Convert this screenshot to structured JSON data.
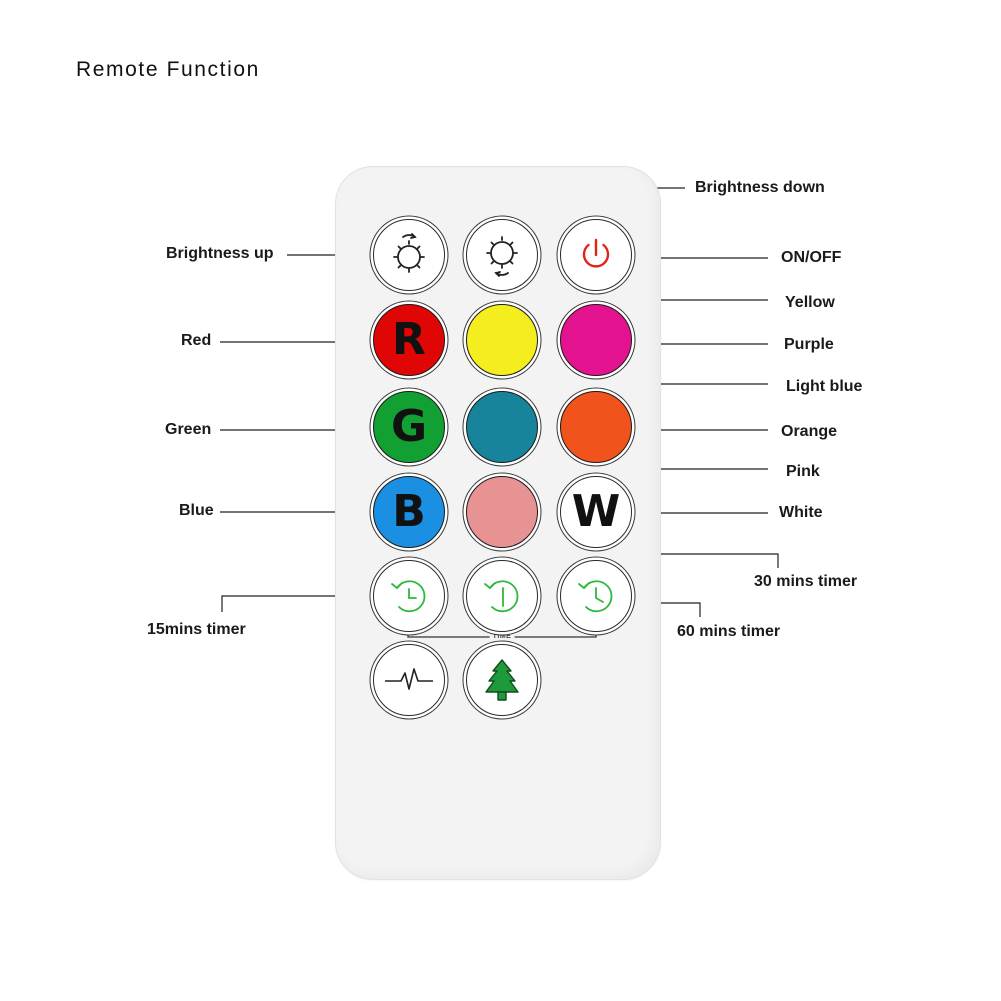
{
  "title": "Remote Function",
  "time_caption": "TIME",
  "buttons": [
    {
      "id": "brightness-up",
      "label": "Brightness up",
      "icon": "brightness-up-icon",
      "color": "#ffffff"
    },
    {
      "id": "brightness-down",
      "label": "Brightness down",
      "icon": "brightness-down-icon",
      "color": "#ffffff"
    },
    {
      "id": "on-off",
      "label": "ON/OFF",
      "icon": "power-icon",
      "color": "#ffffff",
      "icon_color": "#e2231a"
    },
    {
      "id": "red",
      "label": "Red",
      "letter": "R",
      "color": "#e00606"
    },
    {
      "id": "yellow",
      "label": "Yellow",
      "color": "#f5ee1f"
    },
    {
      "id": "purple",
      "label": "Purple",
      "color": "#e3138f"
    },
    {
      "id": "green",
      "label": "Green",
      "letter": "G",
      "color": "#12a032"
    },
    {
      "id": "light-blue",
      "label": "Light blue",
      "color": "#17849b"
    },
    {
      "id": "orange",
      "label": "Orange",
      "color": "#f0541c"
    },
    {
      "id": "blue",
      "label": "Blue",
      "letter": "B",
      "color": "#1b90e2"
    },
    {
      "id": "pink",
      "label": "Pink",
      "color": "#e79393"
    },
    {
      "id": "white",
      "label": "White",
      "letter": "W",
      "color": "#ffffff"
    },
    {
      "id": "timer-15",
      "label": "15mins timer",
      "icon": "timer-icon",
      "color": "#ffffff",
      "icon_color": "#2db83d"
    },
    {
      "id": "timer-30",
      "label": "30 mins timer",
      "icon": "timer-icon",
      "color": "#ffffff",
      "icon_color": "#2db83d"
    },
    {
      "id": "timer-60",
      "label": "60 mins timer",
      "icon": "timer-icon",
      "color": "#ffffff",
      "icon_color": "#2db83d"
    },
    {
      "id": "pulse-mode",
      "icon": "pulse-wave-icon",
      "color": "#ffffff"
    },
    {
      "id": "tree-mode",
      "icon": "tree-icon",
      "color": "#ffffff",
      "icon_color": "#1f9a3a"
    }
  ]
}
